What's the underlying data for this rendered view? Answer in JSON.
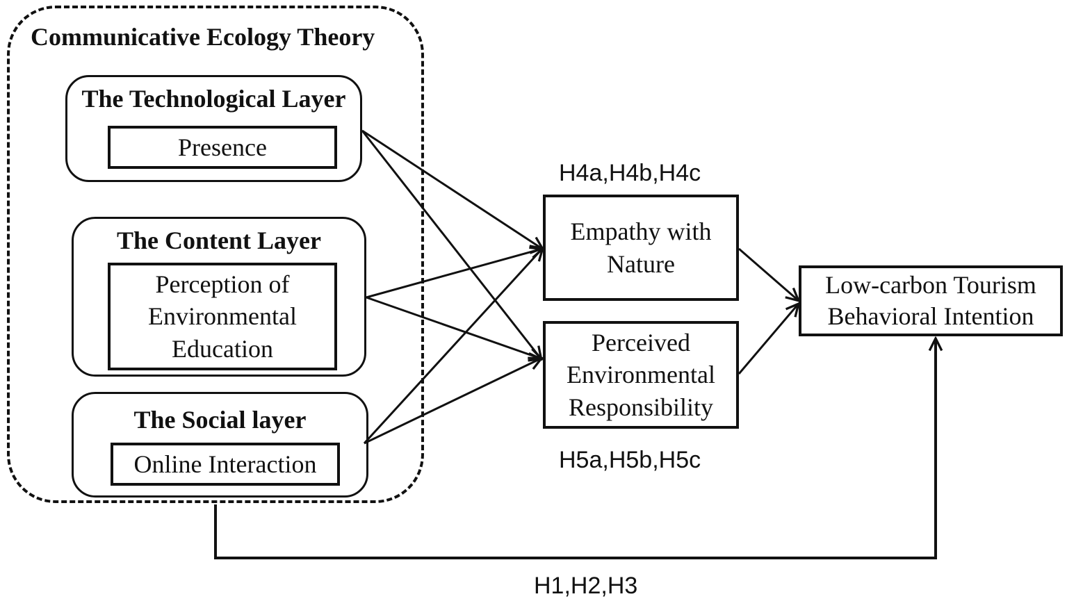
{
  "group": {
    "title": "Communicative Ecology Theory"
  },
  "layers": {
    "technological": {
      "title": "The Technological Layer",
      "item": "Presence"
    },
    "content": {
      "title": "The Content Layer",
      "item_lines": [
        "Perception of",
        "Environmental",
        "Education"
      ]
    },
    "social": {
      "title": "The Social layer",
      "item": "Online Interaction"
    }
  },
  "mediators": {
    "empathy": {
      "lines": [
        "Empathy with",
        "Nature"
      ]
    },
    "responsibility": {
      "lines": [
        "Perceived",
        "Environmental",
        "Responsibility"
      ]
    }
  },
  "outcome": {
    "lines": [
      "Low-carbon Tourism",
      "Behavioral Intention"
    ]
  },
  "hypotheses": {
    "h4": "H4a,H4b,H4c",
    "h5": "H5a,H5b,H5c",
    "h1_3": "H1,H2,H3"
  },
  "colors": {
    "line": "#111111",
    "background": "#ffffff"
  }
}
